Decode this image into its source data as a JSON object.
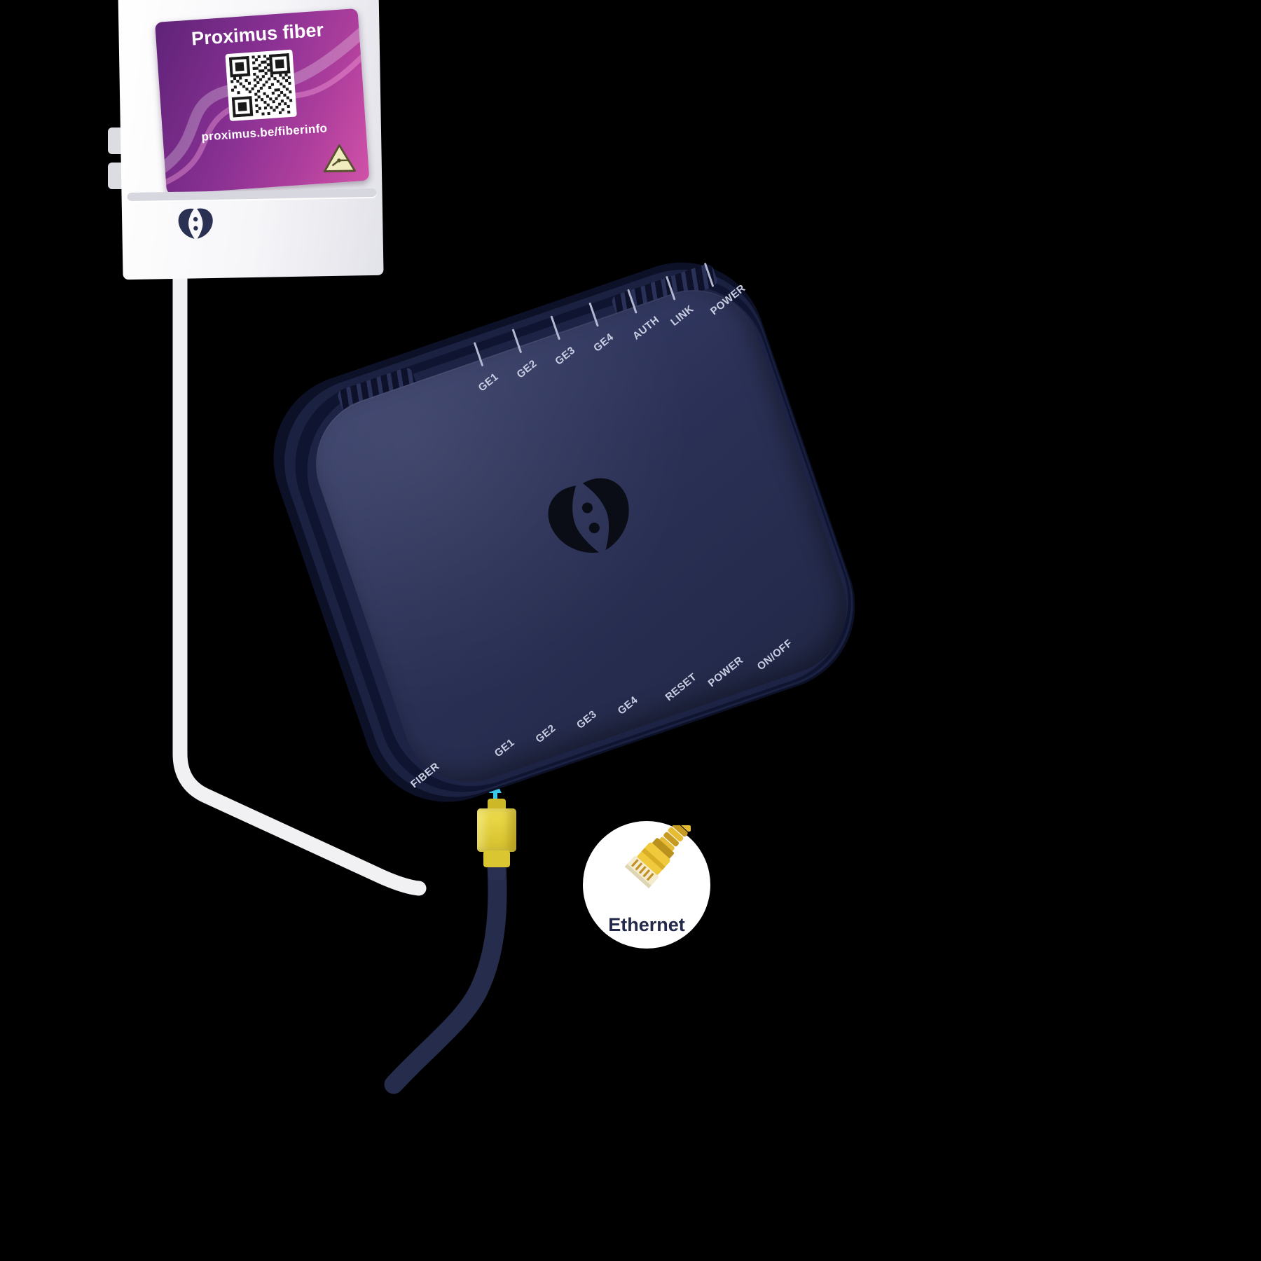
{
  "illustration": {
    "background_color": "#000000",
    "wall_outlet": {
      "label_title": "Proximus fiber",
      "label_url": "proximus.be/fiberinfo",
      "brand_icon": "proximus-logo",
      "warning_icon": "laser-warning",
      "label_purple_dark": "#5f2378",
      "label_purple_light": "#d152a8",
      "body_color": "#f6f6f9"
    },
    "ont": {
      "body_color": "#2b3156",
      "brand_icon": "proximus-logo",
      "led_labels": [
        "GE1",
        "GE2",
        "GE3",
        "GE4",
        "AUTH",
        "LINK",
        "POWER"
      ],
      "port_labels": [
        "FIBER",
        "GE1",
        "GE2",
        "GE3",
        "GE4",
        "RESET",
        "POWER",
        "ON/OFF"
      ]
    },
    "cables": {
      "fiber_cable_color": "#f1f1f4",
      "ethernet_cable_color": "#262c4c",
      "plug_color": "#e9d83f",
      "insert_arrow_color": "#3bc9ea"
    },
    "callout": {
      "label": "Ethernet",
      "icon": "ethernet-connector"
    }
  }
}
